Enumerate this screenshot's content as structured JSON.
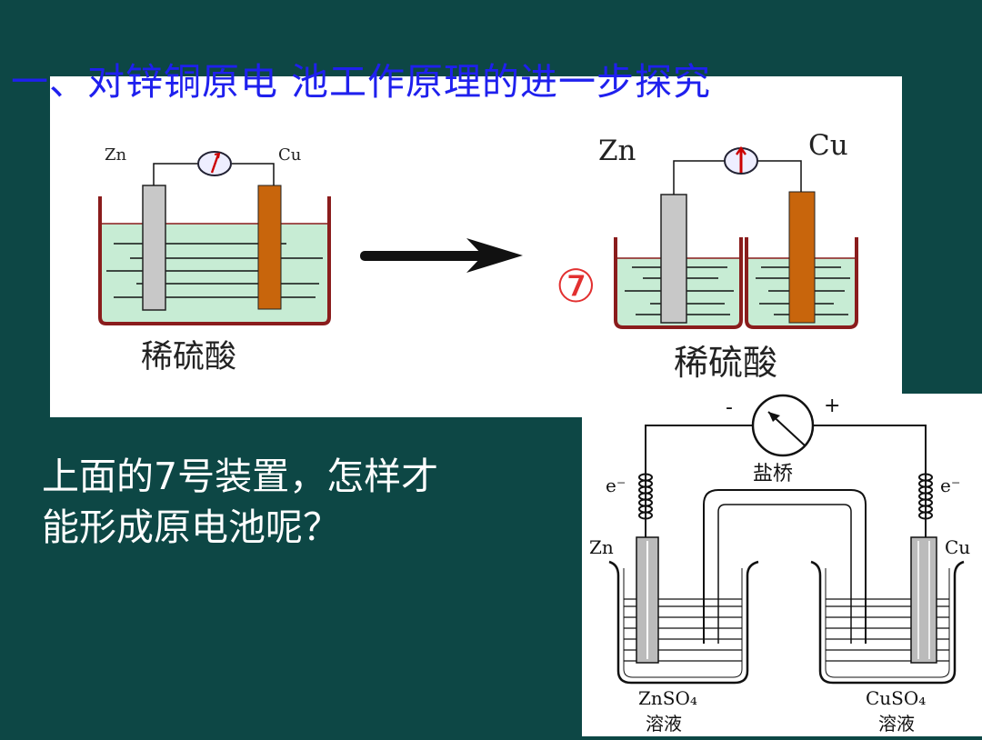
{
  "title": "一、对锌铜原电 池工作原理的进一步探究",
  "diagram_left": {
    "anode_label": "Zn",
    "cathode_label": "Cu",
    "solution_label": "稀硫酸"
  },
  "diagram_right": {
    "anode_label": "Zn",
    "cathode_label": "Cu",
    "solution_label": "稀硫酸",
    "number_label": "⑦"
  },
  "question": {
    "line1": "上面的7号装置，怎样才",
    "line2": "能形成原电池呢？"
  },
  "salt_bridge_diagram": {
    "minus_label": "-",
    "plus_label": "+",
    "bridge_label": "盐桥",
    "electron_left": "e⁻",
    "electron_right": "e⁻",
    "anode_label": "Zn",
    "cathode_label": "Cu",
    "left_solution": "ZnSO₄",
    "left_solution_suffix": "溶液",
    "right_solution": "CuSO₄",
    "right_solution_suffix": "溶液"
  },
  "colors": {
    "background": "#0d4745",
    "title": "#1f20ee",
    "electrolyte": "#c7ecd4",
    "beaker": "#8a1c1c",
    "zinc": "#c8c8c8",
    "copper": "#c8650c",
    "arrow": "#111111"
  }
}
